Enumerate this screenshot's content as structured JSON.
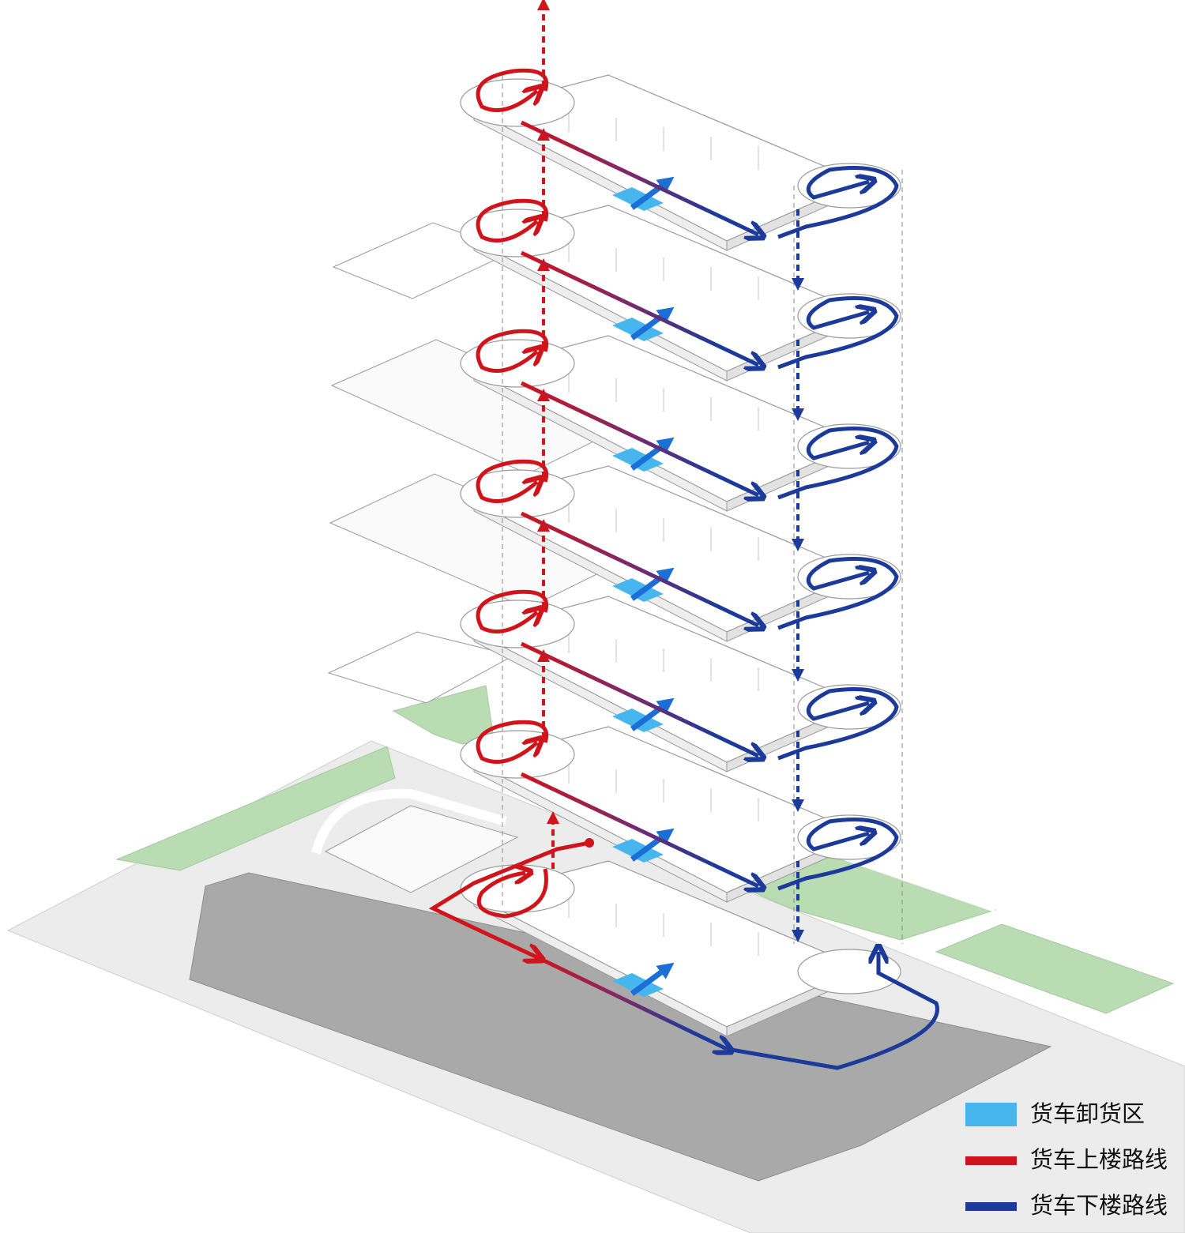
{
  "legend": {
    "items": [
      {
        "label": "货车卸货区",
        "color": "#47b6ee",
        "kind": "zone"
      },
      {
        "label": "货车上楼路线",
        "color": "#d0141c",
        "kind": "route-up"
      },
      {
        "label": "货车下楼路线",
        "color": "#1b3a9a",
        "kind": "route-down"
      }
    ]
  },
  "colors": {
    "ground_gray": "#e8e8e8",
    "road_dark": "#a8a8a8",
    "green_space": "#b9dcb3",
    "building_line": "#9a9a9a",
    "route_up": "#d0141c",
    "route_down": "#1b3a9a",
    "unloading_zone": "#47b6ee"
  },
  "diagram": {
    "building_levels": 7,
    "description_icons": [
      "ramp-loop",
      "arrow",
      "column-grid"
    ]
  }
}
